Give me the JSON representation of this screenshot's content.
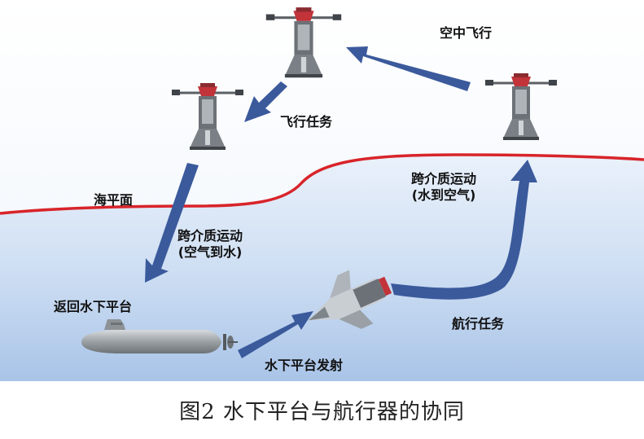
{
  "labels": {
    "air_flight": "空中飞行",
    "flight_mission": "飞行任务",
    "sea_level": "海平面",
    "cross_medium_down_line1": "跨介质运动",
    "cross_medium_down_line2": "(空气到水)",
    "cross_medium_up_line1": "跨介质运动",
    "cross_medium_up_line2": "(水到空气)",
    "return_platform": "返回水下平台",
    "sail_mission": "航行任务",
    "platform_launch": "水下平台发射"
  },
  "caption": "图2  水下平台与航行器的协同",
  "colors": {
    "sky_top": "#ffffff",
    "sky_bottom": "#eef4fb",
    "water_top": "#eaf1fb",
    "water_bottom": "#a9c4e8",
    "sea_line": "#d8242a",
    "arrow": "#3b5a9c",
    "submarine": "#9aa0a4",
    "drone_body": "#6b7177",
    "drone_top": "#c2333a"
  },
  "icons": [
    "drone-icon",
    "submarine-icon",
    "vehicle-icon"
  ]
}
